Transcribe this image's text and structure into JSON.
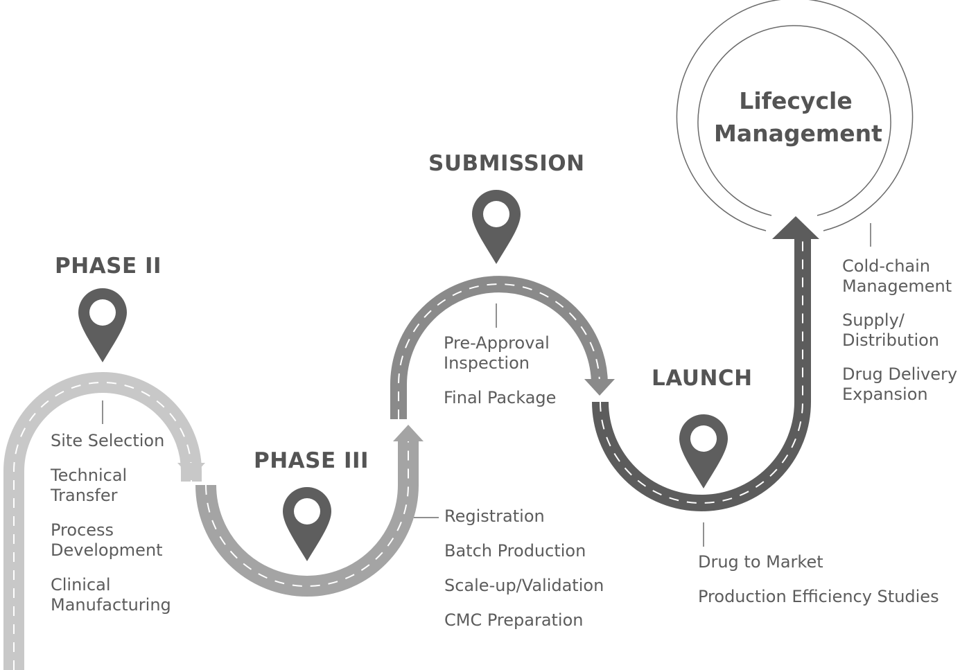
{
  "colors": {
    "road_phase2": "#c8c8c8",
    "road_phase3": "#a4a4a4",
    "road_submission": "#8a8a8a",
    "road_launch": "#5c5c5c",
    "pin": "#5e5e5e",
    "text": "#5c5c5c",
    "circle_stroke": "#6a6a6a"
  },
  "icons": {
    "stage_marker": "map-pin-icon",
    "road_end": "arrow-head-icon"
  },
  "stages": {
    "phase2": {
      "title": "PHASE II",
      "items": [
        "Site Selection",
        "Technical\nTransfer",
        "Process\nDevelopment",
        "Clinical\nManufacturing"
      ]
    },
    "phase3": {
      "title": "PHASE III",
      "items": [
        "Registration",
        "Batch Production",
        "Scale-up/Validation",
        "CMC Preparation"
      ]
    },
    "submission": {
      "title": "SUBMISSION",
      "items": [
        "Pre-Approval\nInspection",
        "Final Package"
      ]
    },
    "launch": {
      "title": "LAUNCH",
      "items": [
        "Drug to Market",
        "Production Efficiency Studies"
      ]
    },
    "lifecycle": {
      "title": "Lifecycle\nManagement",
      "items": [
        "Cold-chain\nManagement",
        "Supply/\nDistribution",
        "Drug Delivery\nExpansion"
      ]
    }
  }
}
